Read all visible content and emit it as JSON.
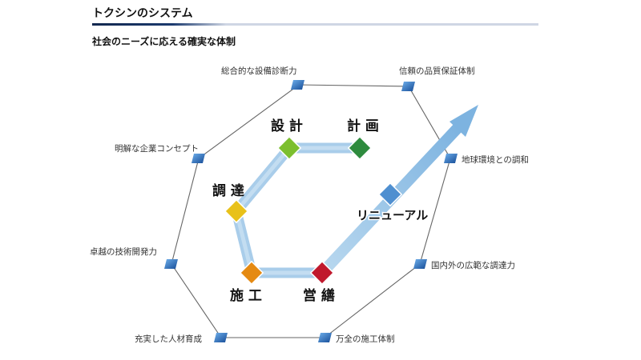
{
  "header": {
    "title": "トクシンのシステム",
    "subtitle": "社会のニーズに応える確実な体制"
  },
  "outer_labels": [
    "総合的な設備診断力",
    "信頼の品質保証体制",
    "地球環境との調和",
    "国内外の広範な調達力",
    "万全の施工体制",
    "充実した人材育成",
    "卓越の技術開発力",
    "明解な企業コンセプト"
  ],
  "inner_labels": {
    "plan": "計 画",
    "design": "設 計",
    "procure": "調 達",
    "construct": "施 工",
    "maintain": "営 繕",
    "renewal": "リニューアル"
  },
  "colors": {
    "rule_dark": "#1b3a6e",
    "plan": "#2e8b3e",
    "design": "#7cbf2f",
    "procure": "#e8c11a",
    "construct": "#e58a12",
    "maintain": "#c0192d",
    "renewal": "#4f8fd0",
    "outer_node": "#1f5fb0",
    "path": "#a9cdea"
  }
}
